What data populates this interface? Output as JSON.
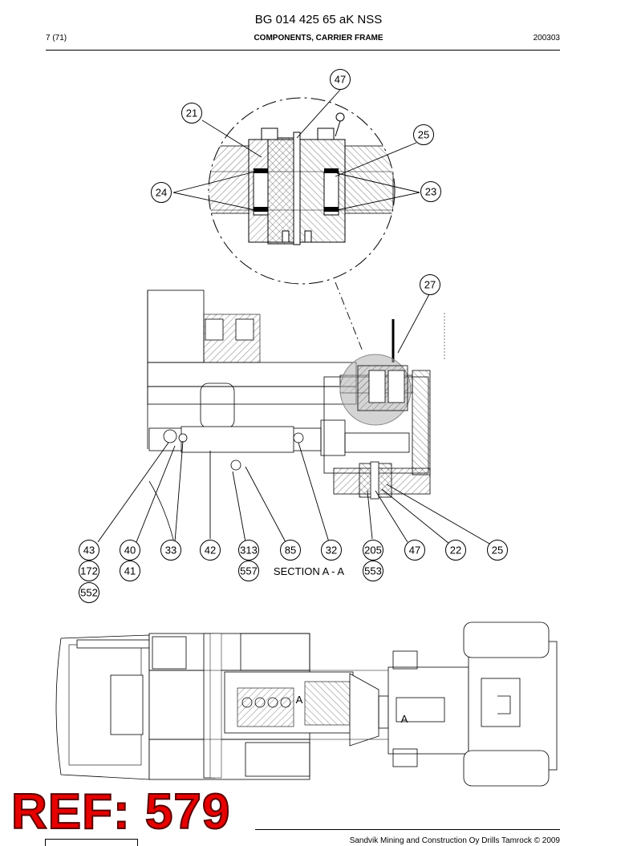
{
  "header": {
    "title": "BG 014 425 65 aK NSS",
    "page_number": "7 (71)",
    "subtitle": "COMPONENTS, CARRIER FRAME",
    "date_code": "200303"
  },
  "detail_callouts": [
    "47",
    "21",
    "25",
    "24",
    "23"
  ],
  "section_callouts": [
    "27"
  ],
  "bottom_callouts": {
    "row1": [
      "43",
      "40",
      "33",
      "42",
      "313",
      "85",
      "32",
      "205",
      "47",
      "22",
      "25"
    ],
    "row2": [
      "172",
      "41",
      "557",
      "553"
    ],
    "row3": [
      "552"
    ]
  },
  "section_label": "SECTION A - A",
  "plan_view_marks": [
    "A",
    "A"
  ],
  "ref_stamp": "REF: 579",
  "footer": {
    "copyright": "Sandvik Mining and Construction Oy Drills Tamrock © 2009"
  },
  "colors": {
    "ref_stamp": "#e60000",
    "highlight_circle": "#b0b0b0"
  }
}
